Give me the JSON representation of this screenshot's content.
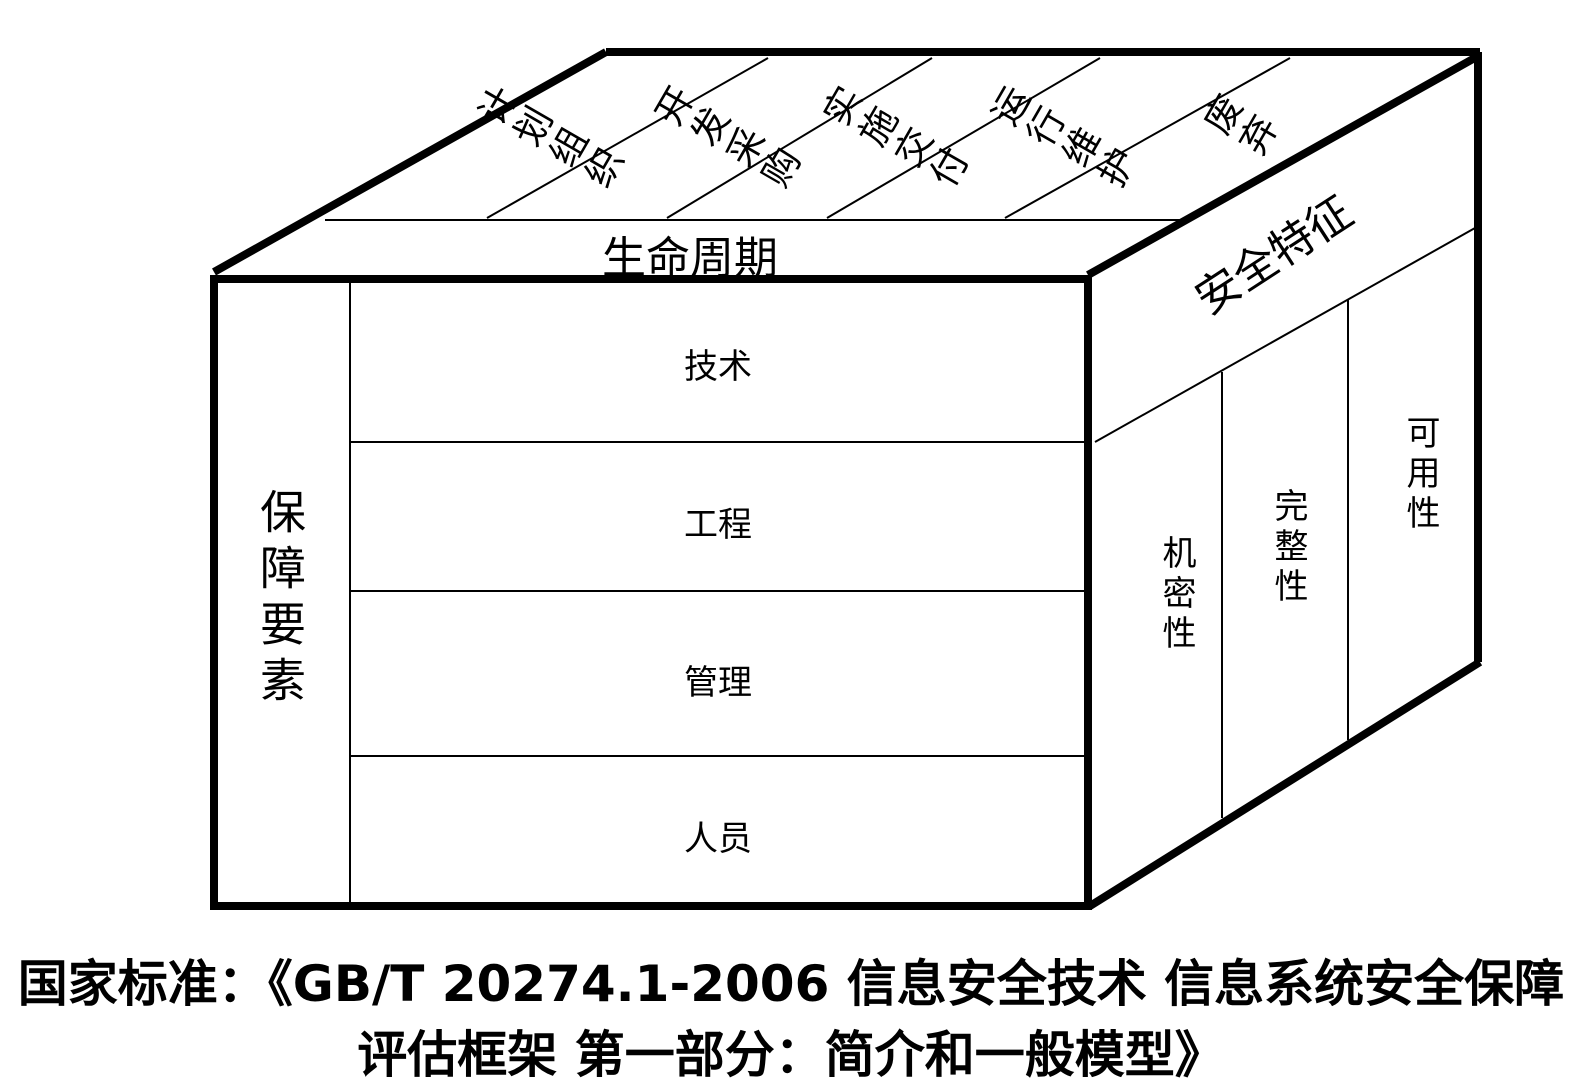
{
  "diagram": {
    "top_face": {
      "title": "生命周期",
      "phases": [
        "计划组织",
        "开发采购",
        "实施交付",
        "运行维护",
        "废弃"
      ]
    },
    "front_face": {
      "title": "保障要素",
      "elements": [
        "技术",
        "工程",
        "管理",
        "人员"
      ]
    },
    "right_face": {
      "title": "安全特征",
      "features": [
        "机密性",
        "完整性",
        "可用性"
      ]
    }
  },
  "caption": {
    "line1": "国家标准：《GB/T 20274.1-2006  信息安全技术 信息系统安全保障",
    "line2": "评估框架 第一部分：简介和一般模型》"
  }
}
